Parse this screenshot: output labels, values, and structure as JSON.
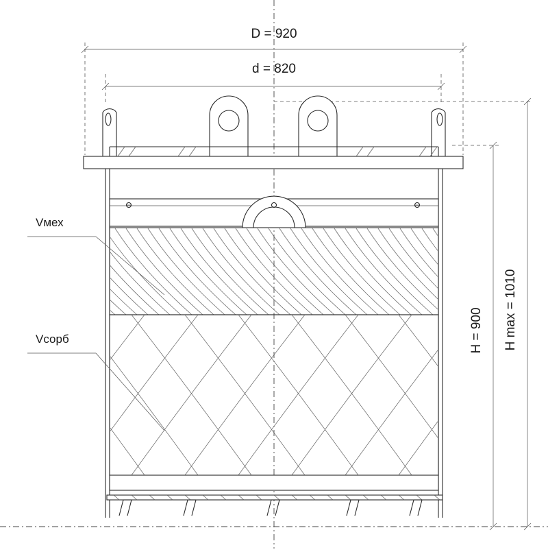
{
  "drawing": {
    "dimensions": {
      "outer_diameter": "D = 920",
      "inner_diameter": "d = 820",
      "height": "H = 900",
      "height_max": "H max = 1010"
    },
    "zones": {
      "mechanical_filter_label": "Vмех",
      "sorbent_label": "Vсорб"
    }
  }
}
